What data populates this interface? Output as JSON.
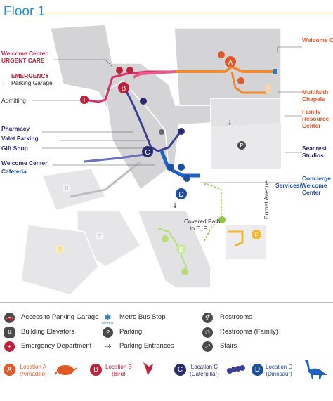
{
  "title": "Floor 1",
  "labels": {
    "welcome_center_left": "Welcome Center",
    "urgent_care": "URGENT CARE",
    "emergency": "EMERGENCY",
    "parking_garage": "Parking Garage",
    "admitting": "Admitting",
    "pharmacy": "Pharmacy",
    "valet_parking": "Valet Parking",
    "gift_shop": "Gift Shop",
    "welcome_center_c": "Welcome Center",
    "cafeteria": "Cafeteria",
    "welcome_center_right": "Welcome Center",
    "multifaith": "Multifaith",
    "chapels": "Chapels",
    "family": "Family",
    "resource": "Resource",
    "center": "Center",
    "seacrest": "Seacrest",
    "studios": "Studios",
    "concierge": "Concierge",
    "services_welcome": "Services/Welcome",
    "center_d": "Center",
    "covered_path": "Covered Path",
    "to_ef": "to E, F",
    "burnet": "Burnet Avenue",
    "arrow_left": "←"
  },
  "map_letters": [
    "A",
    "B",
    "C",
    "D",
    "E",
    "F",
    "R",
    "T",
    "S",
    "P"
  ],
  "legend": {
    "items": [
      {
        "label": "Access to Parking Garage",
        "icon": "car-icon"
      },
      {
        "label": "Building Elevators",
        "icon": "elevator-icon"
      },
      {
        "label": "Emergency Department",
        "icon": "cross-icon"
      },
      {
        "label": "Metro Bus Stop",
        "icon": "bus-stop-icon"
      },
      {
        "label": "Parking",
        "icon": "parking-icon"
      },
      {
        "label": "Parking Entrances",
        "icon": "arrow-icon"
      },
      {
        "label": "Restrooms",
        "icon": "restroom-icon"
      },
      {
        "label": "Restrooms (Family)",
        "icon": "family-restroom-icon"
      },
      {
        "label": "Stairs",
        "icon": "stairs-icon"
      }
    ],
    "metro_caption": "METRO",
    "locations": [
      {
        "letter": "A",
        "line1": "Location A",
        "line2": "(Armadillo)",
        "color": "#e0592a",
        "icon": "armadillo-icon"
      },
      {
        "letter": "B",
        "line1": "Location B",
        "line2": "(Bird)",
        "color": "#c0203b",
        "icon": "bird-icon"
      },
      {
        "letter": "C",
        "line1": "Location C",
        "line2": "(Caterpillar)",
        "color": "#2a2c6e",
        "icon": "caterpillar-icon"
      },
      {
        "letter": "D",
        "line1": "Location D",
        "line2": "(Dinosaur)",
        "color": "#1f4fa0",
        "icon": "dinosaur-icon"
      }
    ]
  },
  "colors": {
    "title": "#1b8fd1",
    "red": "#c0203b",
    "orange": "#e0592a",
    "navy": "#2a2c6e",
    "blue": "#1f4fa0",
    "green": "#8cc63f",
    "yellow": "#f2b632",
    "building": "#d2d2d4"
  }
}
